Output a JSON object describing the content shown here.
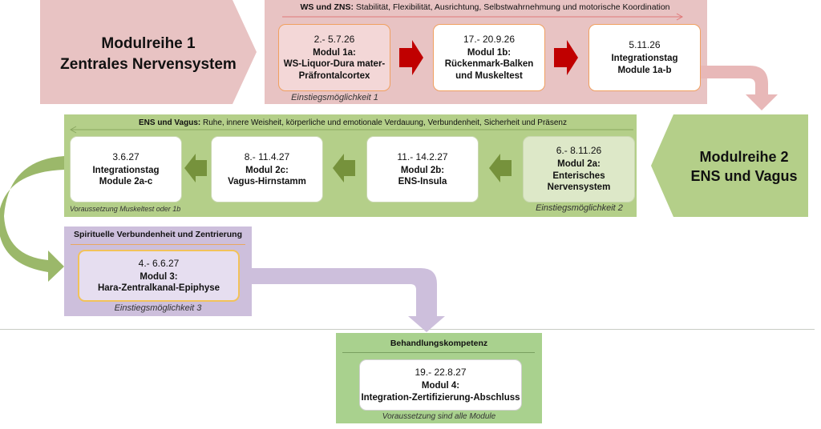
{
  "colors": {
    "series1_bg": "#e8c3c3",
    "series1_arrow": "#c00000",
    "series1_box_border": "#f0a060",
    "series2_bg": "#b4cf89",
    "series2_arrow": "#76923c",
    "series3_bg": "#cdbfdc",
    "series3_box_border": "#f2c25a",
    "final_bg": "#a9d18e"
  },
  "series1": {
    "title_line1": "Modulreihe 1",
    "title_line2": "Zentrales Nervensystem",
    "header_bold": "WS und ZNS:",
    "header_text": " Stabilität, Flexibilität, Ausrichtung, Selbstwahrnehmung und motorische Koordination",
    "modules": [
      {
        "date": "2.- 5.7.26",
        "title_line1": "Modul 1a:",
        "title_line2": "WS-Liquor-Dura mater-",
        "title_line3": "Präfrontalcortex"
      },
      {
        "date": "17.- 20.9.26",
        "title_line1": "Modul 1b:",
        "title_line2": "Rückenmark-Balken",
        "title_line3": "und Muskeltest"
      },
      {
        "date": "5.11.26",
        "title_line1": "Integrationstag",
        "title_line2": "Module 1a-b"
      }
    ],
    "entry_label": "Einstiegsmöglichkeit 1"
  },
  "series2": {
    "title_line1": "Modulreihe 2",
    "title_line2": "ENS und Vagus",
    "header_bold": "ENS und Vagus:",
    "header_text": " Ruhe, innere Weisheit, körperliche und emotionale Verdauung, Verbundenheit, Sicherheit und Präsenz",
    "modules": [
      {
        "date": "6.- 8.11.26",
        "title_line1": "Modul 2a:",
        "title_line2": "Enterisches",
        "title_line3": "Nervensystem"
      },
      {
        "date": "11.- 14.2.27",
        "title_line1": "Modul 2b:",
        "title_line2": "ENS-Insula"
      },
      {
        "date": "8.- 11.4.27",
        "title_line1": "Modul 2c:",
        "title_line2": "Vagus-Hirnstamm"
      },
      {
        "date": "3.6.27",
        "title_line1": "Integrationstag",
        "title_line2": "Module 2a-c"
      }
    ],
    "entry_label": "Einstiegsmöglichkeit 2",
    "prerequisite": "Voraussetzung Muskeltest oder 1b"
  },
  "series3": {
    "header": "Spirituelle Verbundenheit und Zentrierung",
    "module": {
      "date": "4.- 6.6.27",
      "title_line1": "Modul 3:",
      "title_line2": "Hara-Zentralkanal-Epiphyse"
    },
    "entry_label": "Einstiegsmöglichkeit 3"
  },
  "final": {
    "header": "Behandlungskompetenz",
    "module": {
      "date": "19.- 22.8.27",
      "title_line1": "Modul 4:",
      "title_line2": "Integration-Zertifizierung-Abschluss"
    },
    "prerequisite": "Voraussetzung sind alle Module"
  }
}
